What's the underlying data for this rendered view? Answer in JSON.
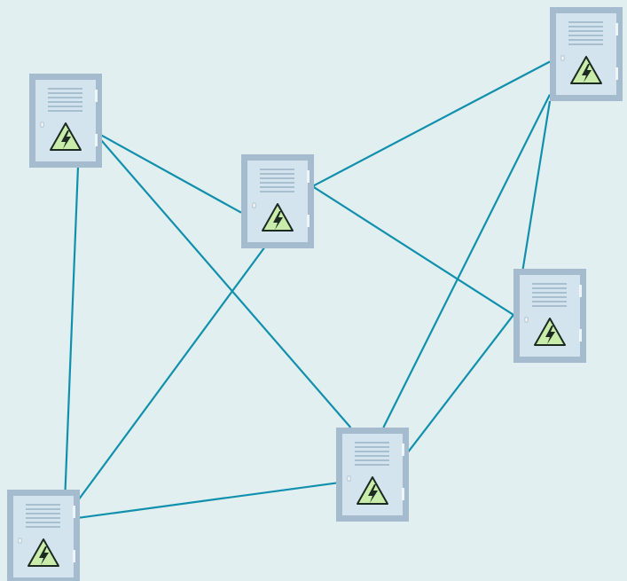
{
  "diagram": {
    "background": "#e2eff0",
    "link_color": "#1190ad",
    "node_icon": "electrical-cabinet-icon",
    "cabinet_colors": {
      "frame": "#a4bccd",
      "door": "#d3e4ef",
      "vents": "#8ea9bd",
      "hinge": "#eef5f9",
      "warning_fill": "#c9ecaa",
      "warning_stroke": "#1d2a22"
    },
    "nodes": [
      {
        "id": "cabinet-a"
      },
      {
        "id": "cabinet-b"
      },
      {
        "id": "cabinet-c"
      },
      {
        "id": "cabinet-d"
      },
      {
        "id": "cabinet-e"
      },
      {
        "id": "cabinet-f"
      }
    ],
    "links": [
      {
        "from": "cabinet-a",
        "to": "cabinet-c"
      },
      {
        "from": "cabinet-a",
        "to": "cabinet-e"
      },
      {
        "from": "cabinet-a",
        "to": "cabinet-f"
      },
      {
        "from": "cabinet-c",
        "to": "cabinet-b"
      },
      {
        "from": "cabinet-c",
        "to": "cabinet-d"
      },
      {
        "from": "cabinet-c",
        "to": "cabinet-f"
      },
      {
        "from": "cabinet-b",
        "to": "cabinet-e"
      },
      {
        "from": "cabinet-b",
        "to": "cabinet-d"
      },
      {
        "from": "cabinet-d",
        "to": "cabinet-e"
      },
      {
        "from": "cabinet-e",
        "to": "cabinet-f"
      }
    ]
  }
}
